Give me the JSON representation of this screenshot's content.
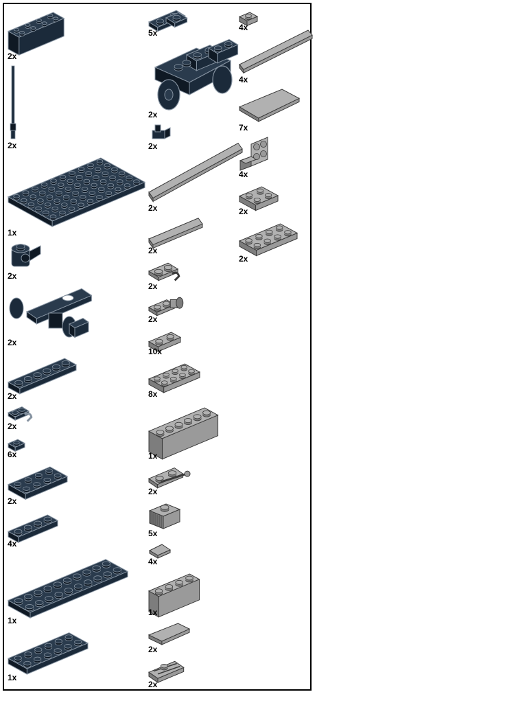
{
  "palette": {
    "dark": "#1b2a3a",
    "dark_top": "#2a3b4d",
    "dark_side": "#0f1924",
    "dark_edge": "#8592a0",
    "gray": "#9a9a9a",
    "gray_top": "#b1b1b1",
    "gray_side": "#7d7d7d",
    "gray_edge": "#3a3a3a"
  },
  "parts": [
    {
      "id": "dark-brick-2x4",
      "icon": "brick-2x4-icon",
      "color": "dark",
      "qty": "2x"
    },
    {
      "id": "dark-antenna",
      "icon": "antenna-bar-icon",
      "color": "dark",
      "qty": "2x"
    },
    {
      "id": "dark-plate-6x10",
      "icon": "plate-large-icon",
      "color": "dark",
      "qty": "1x"
    },
    {
      "id": "dark-wheel-holder",
      "icon": "wheel-holder-icon",
      "color": "dark",
      "qty": "2x"
    },
    {
      "id": "dark-wheel-axle",
      "icon": "wheel-axle-icon",
      "color": "dark",
      "qty": "2x"
    },
    {
      "id": "dark-plate-1x6",
      "icon": "plate-1x6-icon",
      "color": "dark",
      "qty": "2x"
    },
    {
      "id": "dark-plate-clip",
      "icon": "plate-clip-icon",
      "color": "dark",
      "qty": "2x"
    },
    {
      "id": "dark-plate-1x1",
      "icon": "plate-1x1-icon",
      "color": "dark",
      "qty": "6x"
    },
    {
      "id": "dark-plate-2x4",
      "icon": "plate-2x4-icon",
      "color": "dark",
      "qty": "2x"
    },
    {
      "id": "dark-plate-1x4",
      "icon": "plate-1x4-icon",
      "color": "dark",
      "qty": "4x"
    },
    {
      "id": "dark-plate-2x10",
      "icon": "plate-2x10-icon",
      "color": "dark",
      "qty": "1x"
    },
    {
      "id": "dark-plate-2x6",
      "icon": "plate-2x6-icon",
      "color": "dark",
      "qty": "1x"
    },
    {
      "id": "dark-plate-corner",
      "icon": "plate-corner-icon",
      "color": "dark",
      "qty": "5x"
    },
    {
      "id": "dark-wheel-base",
      "icon": "vehicle-base-icon",
      "color": "dark",
      "qty": "2x"
    },
    {
      "id": "dark-clip-small",
      "icon": "clip-small-icon",
      "color": "dark",
      "qty": "2x"
    },
    {
      "id": "gray-tile-1x8",
      "icon": "tile-1x8-icon",
      "color": "gray",
      "qty": "2x"
    },
    {
      "id": "gray-tile-1x4",
      "icon": "tile-1x4-icon",
      "color": "gray",
      "qty": "2x"
    },
    {
      "id": "gray-plate-clip",
      "icon": "plate-clip-icon",
      "color": "gray",
      "qty": "2x"
    },
    {
      "id": "gray-plate-handle",
      "icon": "plate-handle-icon",
      "color": "gray",
      "qty": "2x"
    },
    {
      "id": "gray-plate-1x2",
      "icon": "plate-1x2-icon",
      "color": "gray",
      "qty": "10x"
    },
    {
      "id": "gray-plate-2x4",
      "icon": "plate-2x4-icon",
      "color": "gray",
      "qty": "8x"
    },
    {
      "id": "gray-brick-1x6",
      "icon": "brick-1x6-icon",
      "color": "gray",
      "qty": "1x"
    },
    {
      "id": "gray-plate-bar",
      "icon": "plate-bar-icon",
      "color": "gray",
      "qty": "2x"
    },
    {
      "id": "gray-brick-grille",
      "icon": "grille-brick-icon",
      "color": "gray",
      "qty": "5x"
    },
    {
      "id": "gray-tile-1x1",
      "icon": "tile-1x1-icon",
      "color": "gray",
      "qty": "4x"
    },
    {
      "id": "gray-brick-1x4",
      "icon": "brick-1x4-icon",
      "color": "gray",
      "qty": "1x"
    },
    {
      "id": "gray-tile-2x2",
      "icon": "tile-2x2-icon",
      "color": "gray",
      "qty": "2x"
    },
    {
      "id": "gray-plate-rail",
      "icon": "plate-rail-icon",
      "color": "gray",
      "qty": "2x"
    },
    {
      "id": "gray-plate-1x1",
      "icon": "plate-1x1-icon",
      "color": "gray",
      "qty": "4x"
    },
    {
      "id": "gray-tile-1x6",
      "icon": "tile-1x6-icon",
      "color": "gray",
      "qty": "4x"
    },
    {
      "id": "gray-tile-2x4",
      "icon": "tile-2x4-icon",
      "color": "gray",
      "qty": "7x"
    },
    {
      "id": "gray-bracket",
      "icon": "bracket-icon",
      "color": "gray",
      "qty": "4x"
    },
    {
      "id": "gray-plate-2x2",
      "icon": "plate-2x2-icon",
      "color": "gray",
      "qty": "2x"
    },
    {
      "id": "gray-plate-2x4b",
      "icon": "plate-2x4-icon",
      "color": "gray",
      "qty": "2x"
    }
  ]
}
